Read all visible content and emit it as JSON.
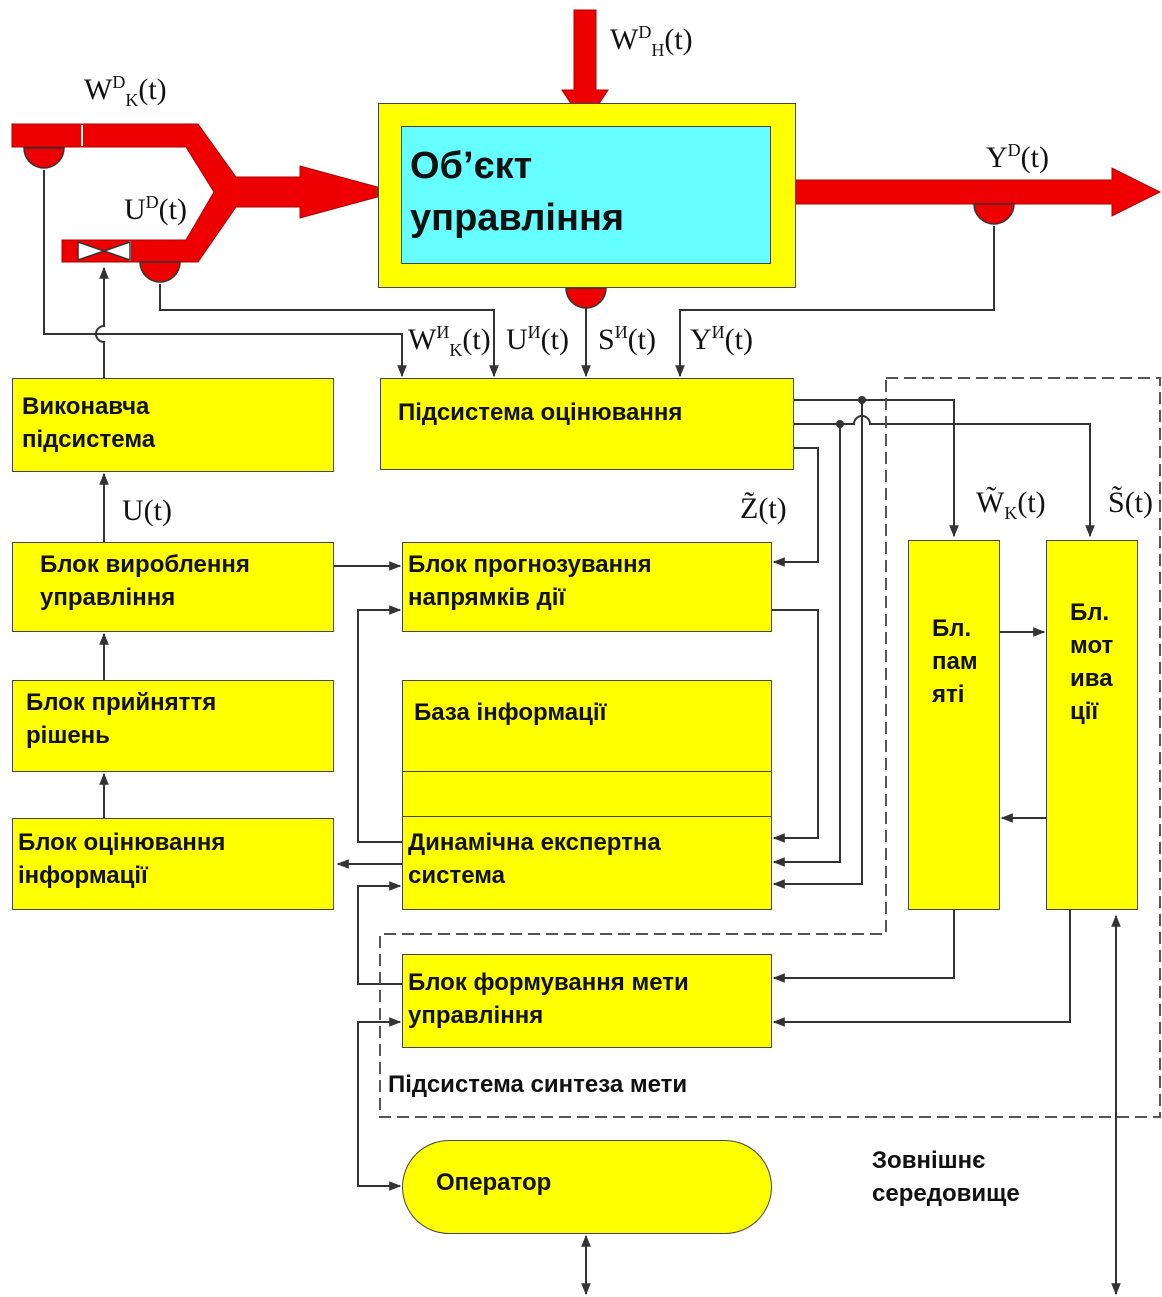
{
  "colors": {
    "block_fill": "#ffff00",
    "object_inner": "#66ffff",
    "flow": "#ee0000",
    "line": "#333333"
  },
  "object": {
    "label": "Об’єкт\nуправління"
  },
  "signals": {
    "wn": {
      "base": "W",
      "sup": "D",
      "sub": "H",
      "arg": "(t)"
    },
    "wk": {
      "base": "W",
      "sup": "D",
      "sub": "K",
      "arg": "(t)"
    },
    "ud": {
      "base": "U",
      "sup": "D",
      "arg": "(t)"
    },
    "yd": {
      "base": "Y",
      "sup": "D",
      "arg": "(t)"
    },
    "wki": {
      "base": "W",
      "sup": "И",
      "sub": "K",
      "arg": "(t)"
    },
    "ui": {
      "base": "U",
      "sup": "И",
      "arg": "(t)"
    },
    "si": {
      "base": "S",
      "sup": "И",
      "arg": "(t)"
    },
    "yi": {
      "base": "Y",
      "sup": "И",
      "arg": "(t)"
    },
    "ut": {
      "base": "U",
      "arg": "(t)"
    },
    "zt": {
      "base": "Z̃",
      "arg": "(t)"
    },
    "wkt": {
      "base": "W̃",
      "sub": "K",
      "arg": "(t)"
    },
    "st": {
      "base": "S̃",
      "arg": "(t)"
    }
  },
  "blocks": {
    "executive": "Виконавча\nпідсистема",
    "evaluation": "Підсистема оцінювання",
    "control_gen": "Блок вироблення\nуправління",
    "forecast": "Блок прогнозування\nнапрямків дії",
    "decision": "Блок прийняття\nрішень",
    "info_base": "База інформації",
    "info_eval": "Блок оцінювання\nінформації",
    "expert": "Динамічна експертна\nсистема",
    "goal_form": "Блок формування мети\nуправління",
    "memory": "Бл.\nпам\nяті",
    "motivation": "Бл.\nмот\nива\nції",
    "operator": "Оператор"
  },
  "labels": {
    "goal_subsystem": "Підсистема синтеза мети",
    "environment": "Зовнішнє\nсередовище"
  }
}
